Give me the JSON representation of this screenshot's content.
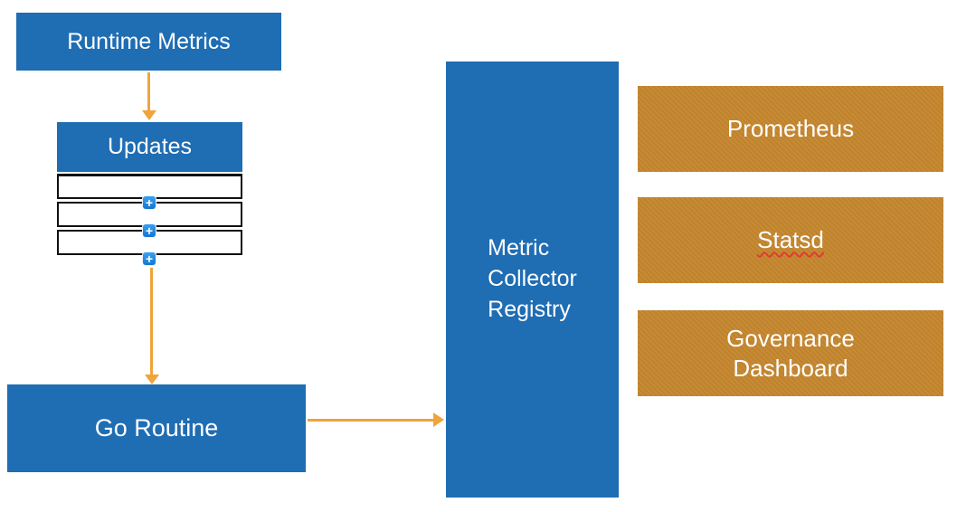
{
  "nodes": {
    "runtime_metrics": {
      "label": "Runtime Metrics",
      "color": "#1f6db3"
    },
    "updates": {
      "label": "Updates",
      "color": "#1f6db3"
    },
    "go_routine": {
      "label": "Go Routine",
      "color": "#1f6db3"
    },
    "metric_collector_registry": {
      "label": "Metric\nCollector\nRegistry",
      "color": "#1f6db3"
    },
    "prometheus": {
      "label": "Prometheus",
      "color": "#c5862e"
    },
    "statsd": {
      "label": "Statsd",
      "color": "#c5862e",
      "spellcheck_underline": true
    },
    "governance_dashboard": {
      "label": "Governance\nDashboard",
      "color": "#c5862e"
    }
  },
  "update_list": {
    "row_count": 3,
    "rows": [
      "",
      "",
      ""
    ]
  },
  "icons": {
    "plus": "+"
  },
  "arrows": [
    {
      "from": "runtime_metrics",
      "to": "updates",
      "direction": "down"
    },
    {
      "from": "update_list",
      "to": "go_routine",
      "direction": "down"
    },
    {
      "from": "go_routine",
      "to": "metric_collector_registry",
      "direction": "right"
    }
  ],
  "colors": {
    "node_blue": "#1f6db3",
    "node_orange": "#c5862e",
    "arrow_orange": "#f0a43c",
    "plus_button_blue": "#1e88e5",
    "text": "#ffffff",
    "row_border": "#111111",
    "spell_underline_red": "#e03c31"
  }
}
